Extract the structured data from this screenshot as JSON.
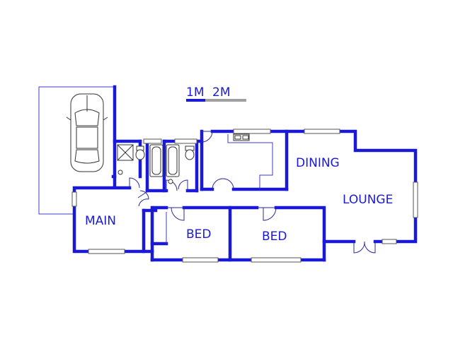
{
  "scale": {
    "label_1": "1M",
    "label_2": "2M"
  },
  "rooms": {
    "main": "MAIN",
    "bed_1": "BED",
    "bed_2": "BED",
    "dining": "DINING",
    "lounge": "LOUNGE"
  },
  "colors": {
    "wall": "#1a1ad6",
    "scale_bar_dark": "#1a1ad6",
    "scale_bar_light": "#a0a0a0"
  },
  "icons": [
    "car-icon",
    "bathtub-icon",
    "toilet-icon",
    "shower-icon",
    "sink-icon",
    "door-swing-icon",
    "window-icon"
  ]
}
